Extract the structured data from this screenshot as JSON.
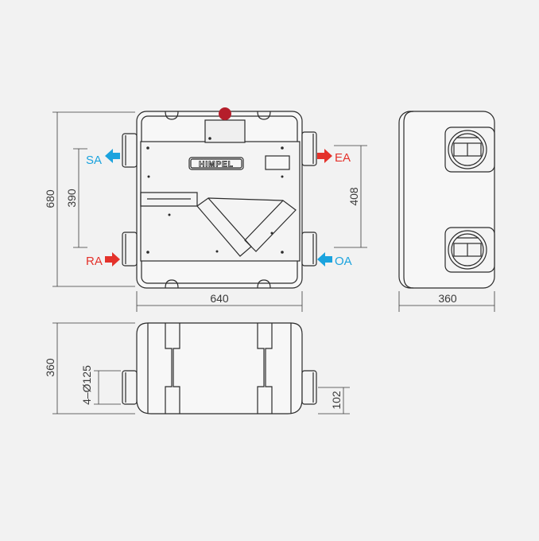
{
  "dimensions": {
    "front_height": "680",
    "inlet_spacing": "390",
    "outlet_spacing": "408",
    "front_width": "640",
    "side_width": "360",
    "bottom_height": "360",
    "duct_spec": "4–Ø125",
    "duct_offset": "102"
  },
  "airflows": {
    "sa": "SA",
    "ea": "EA",
    "ra": "RA",
    "oa": "OA"
  },
  "brand": "HIMPEL",
  "colors": {
    "supply_blue": "#1ba3de",
    "exhaust_red": "#e4322b",
    "indicator_red": "#b51e2b",
    "line": "#2b2b2b",
    "background": "#f2f2f2"
  }
}
